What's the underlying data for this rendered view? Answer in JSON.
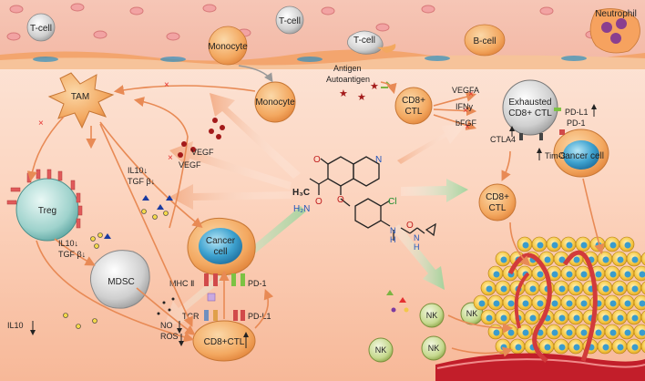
{
  "vessel_cells": {
    "t_cell_1": "T-cell",
    "t_cell_2": "T-cell",
    "monocyte": "Monocyte",
    "t_cell_3": "T-cell",
    "b_cell": "B-cell",
    "neutrophil": "Neutrophil"
  },
  "cells": {
    "tam": "TAM",
    "treg": "Treg",
    "mdsc": "MDSC",
    "monocyte": "Monocyte",
    "cd8_ctl": "CD8+\nCTL",
    "exhausted": "Exhausted\nCD8+ CTL",
    "cancer_cell": "Cancer\ncell",
    "cancer_cell_right": "Cancer cell",
    "cd8_ctl_right": "CD8+\nCTL",
    "cd8_ctl_bottom": "CD8+CTL",
    "nk": "NK"
  },
  "labels": {
    "antigen": "Antigen",
    "autoantigen": "Autoantigen",
    "vegfa": "VEGFA",
    "ifny": "IFNy",
    "bfgf": "bFGF",
    "ctla4": "CTLA4",
    "tim3": "Tim-3",
    "pdl1": "PD-L1",
    "pd1": "PD-1",
    "vegf_left": "VEGF",
    "vegf_mid": "VEGF",
    "il10_tgfb_1": "IL10↓\nTGF β↓",
    "il10_tgfb_2": "IL10↓\nTGF β↓",
    "il10": "IL10",
    "no_ros": "NO\nROS",
    "mhc2": "MHC Ⅱ",
    "pd1_center": "PD-1",
    "tcr": "TCR",
    "pdl1_center": "PD-L1"
  },
  "drug": {
    "h3co": "H₃C",
    "o1": "O",
    "h2n": "H₂N",
    "o2": "O",
    "n1": "N",
    "cl": "Cl",
    "o3": "O",
    "nh1": "N",
    "nh2": "N",
    "h1": "H",
    "h2": "H",
    "o_link": "O"
  },
  "colors": {
    "vessel_bg": "#f7c8b8",
    "vessel_wall": "#f4b07c",
    "cell_orange": "#f29a4a",
    "arrow_orange": "#ea8a52",
    "arrow_green": "#a9d8a0",
    "nucleus_blue": "#4aa6cf",
    "tumor_yellow": "#f7c94a",
    "red_x": "#e53030"
  }
}
